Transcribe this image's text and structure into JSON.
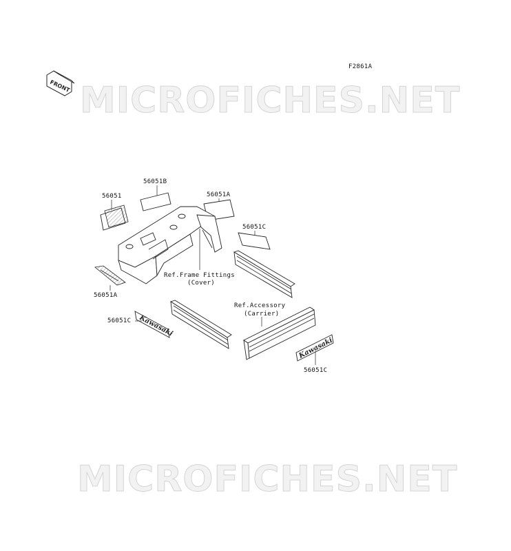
{
  "figure_code": "F2861A",
  "front_badge": "FRONT",
  "watermark": "MICROFICHES.NET",
  "labels": {
    "part_56051_left": "56051",
    "part_56051b": "56051B",
    "part_56051a_right": "56051A",
    "part_56051c_right": "56051C",
    "part_56051a_left": "56051A",
    "part_56051c_mid": "56051C",
    "part_56051c_bottom": "56051C"
  },
  "references": {
    "frame_fittings_line1": "Ref.Frame Fittings",
    "frame_fittings_line2": "(Cover)",
    "accessory_line1": "Ref.Accessory",
    "accessory_line2": "(Carrier)"
  },
  "emblem_text": "Kawasaki"
}
